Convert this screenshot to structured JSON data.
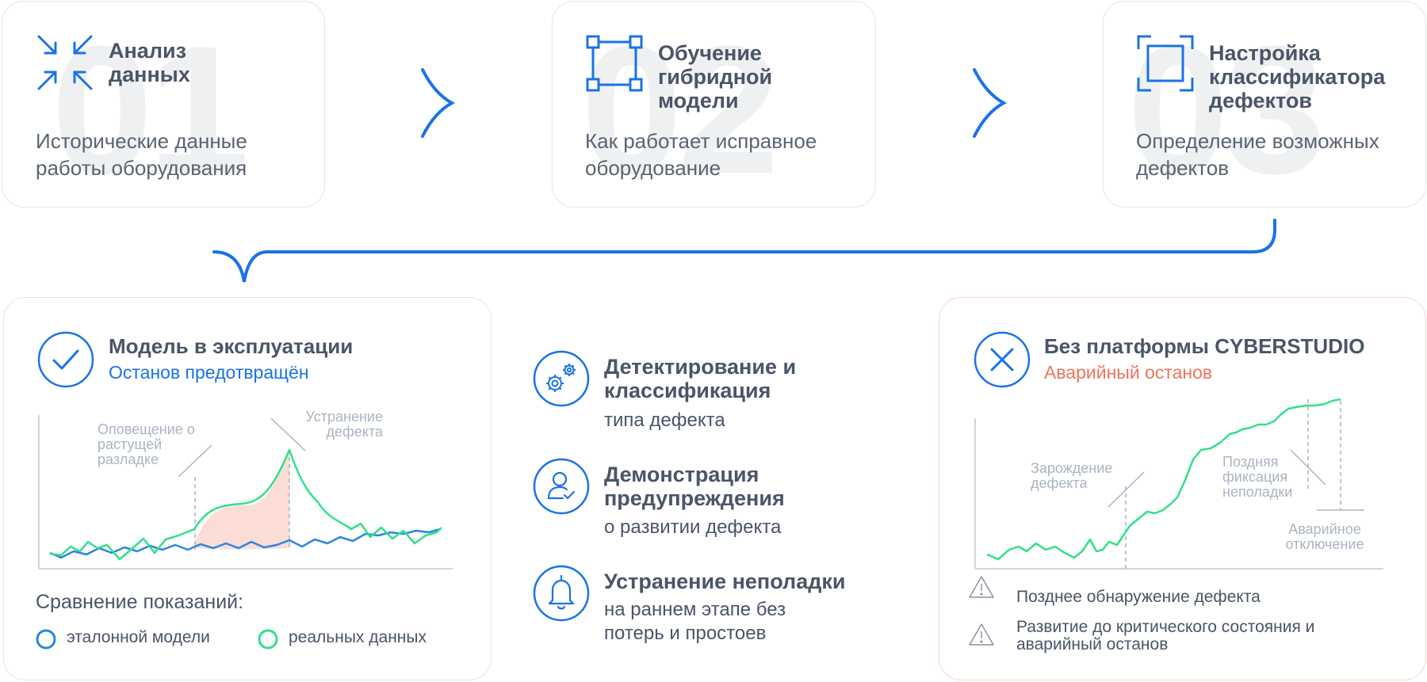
{
  "steps": [
    {
      "number": "01",
      "title": "Анализ данных",
      "desc": "Исторические данные работы оборудования",
      "icon": "compress-arrows-icon"
    },
    {
      "number": "02",
      "title": "Обучение гибридной модели",
      "desc": "Как работает исправное оборудование",
      "icon": "vector-nodes-icon"
    },
    {
      "number": "03",
      "title": "Настройка классификатора дефектов",
      "desc": "Определение возможных дефектов",
      "icon": "focus-frame-icon"
    }
  ],
  "with_platform": {
    "title": "Модель в эксплуатации",
    "subtitle": "Останов предотвращён",
    "annotation_warning": "Оповещение о растущей разладке",
    "annotation_fix": "Устранение дефекта",
    "comparison_title": "Сравнение показаний:",
    "legend_model": "эталонной модели",
    "legend_real": "реальных данных"
  },
  "benefits": [
    {
      "title": "Детектирование и классификация",
      "desc": "типа дефекта",
      "icon": "gears-icon"
    },
    {
      "title": "Демонстрация предупреждения",
      "desc": "о развитии дефекта",
      "icon": "user-check-icon"
    },
    {
      "title": "Устранение неполадки",
      "desc": "на раннем этапе без потерь и простоев",
      "icon": "bell-icon"
    }
  ],
  "without_platform": {
    "title": "Без платформы CYBERSTUDIO",
    "subtitle": "Аварийный останов",
    "annotation_origin": "Зарождение дефекта",
    "annotation_late": "Поздняя фиксация неполадки",
    "annotation_shutdown": "Аварийное отключение",
    "warnings": [
      "Позднее обнаружение дефекта",
      "Развитие до критического состояния и аварийный останов"
    ]
  },
  "colors": {
    "accent_blue": "#1a73e8",
    "model_line": "#2a86e0",
    "real_line": "#33e08a",
    "alarm_red": "#f0745e",
    "fill_pink": "#fbd9d2",
    "text_dark": "#4a5568",
    "text_muted": "#aab4c2"
  }
}
